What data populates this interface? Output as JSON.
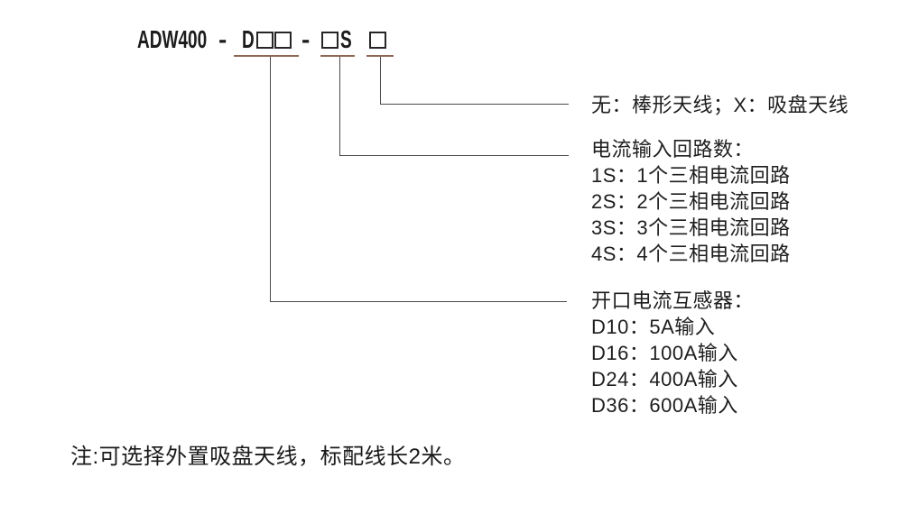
{
  "diagram": {
    "model_code": {
      "series": "ADW400",
      "dash1": "-",
      "ct_prefix": "D",
      "dash2": "-",
      "loop_suffix": "S"
    },
    "antenna": {
      "label": "无：棒形天线；X：吸盘天线"
    },
    "loops": {
      "title": "电流输入回路数：",
      "items": [
        "1S：1个三相电流回路",
        "2S：2个三相电流回路",
        "3S：3个三相电流回路",
        "4S：4个三相电流回路"
      ]
    },
    "ct": {
      "title": "开口电流互感器：",
      "items": [
        "D10：5A输入",
        "D16：100A输入",
        "D24：400A输入",
        "D36：600A输入"
      ]
    },
    "note": "注:可选择外置吸盘天线，标配线长2米。"
  },
  "colors": {
    "background": "#ffffff",
    "text": "#1e1e1e",
    "underline_accent": "#8f6757",
    "connector_line": "#4a4a4a",
    "box_border": "#262626"
  }
}
